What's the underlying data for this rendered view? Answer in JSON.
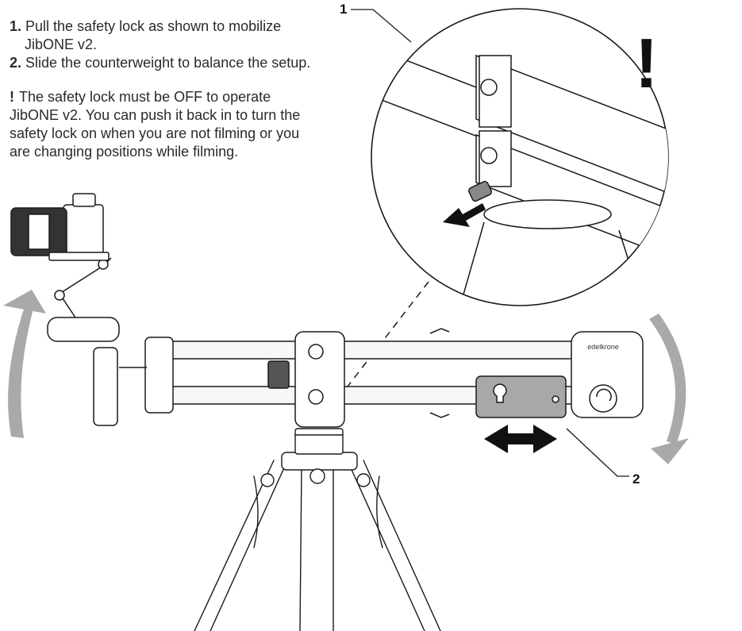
{
  "instructions": {
    "step1": {
      "number": "1.",
      "line1": "Pull the safety lock as shown to mobilize",
      "line2": "JibONE v2."
    },
    "step2": {
      "number": "2.",
      "text": "Slide the counterweight to balance the setup."
    },
    "note": {
      "mark": "!",
      "lines": [
        "The safety lock must be OFF to operate",
        "JibONE v2. You can push it back in to turn the",
        "safety lock on when you are not filming or you",
        "are changing positions while filming."
      ]
    }
  },
  "callouts": {
    "detail": "1",
    "counterweight": "2"
  },
  "labels": {
    "brand": "edelkrone",
    "warning": "!"
  },
  "colors": {
    "line": "#1a1a1a",
    "swing_arrow": "#a9a9a9",
    "counterweight": "#a8a8a8",
    "arm_fill": "#f7f7f7"
  }
}
